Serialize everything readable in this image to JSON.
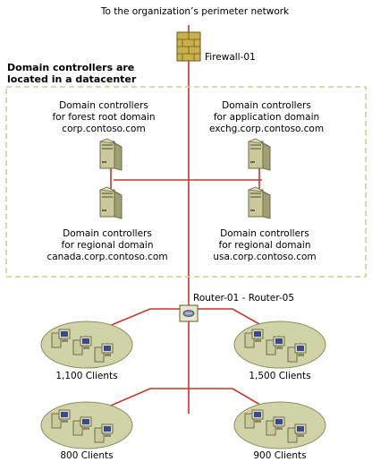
{
  "diagram": {
    "perimeter_label": "To the organization’s perimeter network",
    "firewall": {
      "label": "Firewall-01",
      "icon": "firewall-brick-wall-icon"
    },
    "datacenter": {
      "title_line1": "Domain controllers are",
      "title_line2": "located in a datacenter"
    },
    "dc_groups": [
      {
        "line1": "Domain controllers",
        "line2": "for forest root domain",
        "line3": "corp.contoso.com"
      },
      {
        "line1": "Domain controllers",
        "line2": "for application domain",
        "line3": "exchg.corp.contoso.com"
      },
      {
        "line1": "Domain controllers",
        "line2": "for regional domain",
        "line3": "canada.corp.contoso.com"
      },
      {
        "line1": "Domain controllers",
        "line2": "for regional domain",
        "line3": "usa.corp.contoso.com"
      }
    ],
    "router": {
      "label": "Router-01 - Router-05",
      "icon": "router-icon"
    },
    "client_groups": [
      {
        "label": "1,100 Clients"
      },
      {
        "label": "1,500 Clients"
      },
      {
        "label": "800 Clients"
      },
      {
        "label": "900 Clients"
      }
    ],
    "colors": {
      "link": "#c0392b",
      "datacenter_border": "#c8cf9a",
      "server_body": "#c9c99b",
      "client_ellipse": "#cfd3a7",
      "firewall": "#c8b04a"
    }
  }
}
